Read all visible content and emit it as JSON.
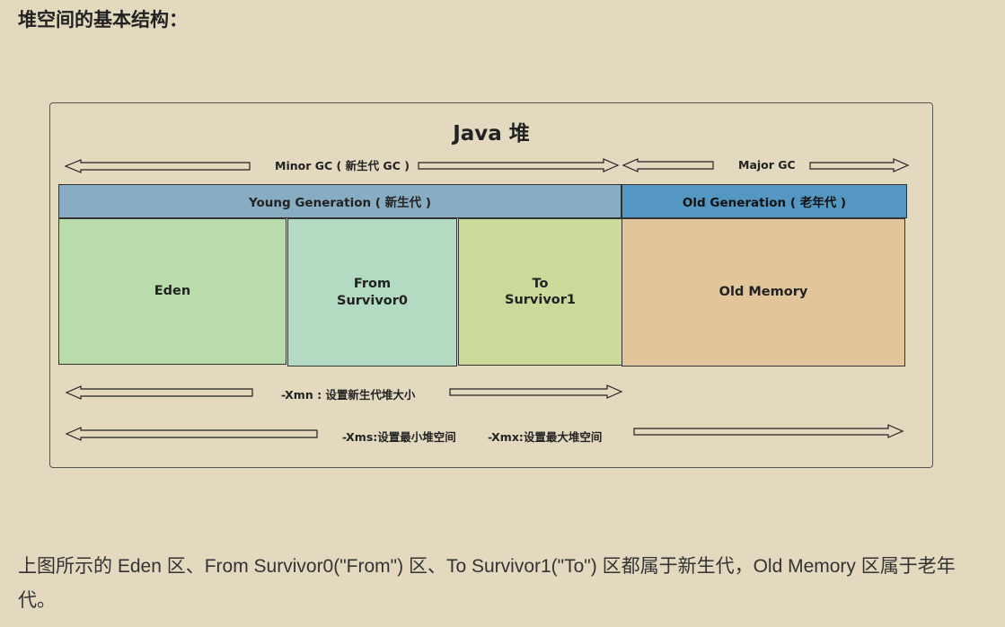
{
  "heading": "堆空间的基本结构：",
  "diagram": {
    "title": "Java 堆",
    "minor_gc": "Minor GC ( 新生代 GC )",
    "major_gc": "Major GC",
    "young_generation": "Young Generation ( 新生代 )",
    "old_generation": "Old Generation ( 老年代 )",
    "regions": {
      "eden": "Eden",
      "from_line1": "From",
      "from_line2": "Survivor0",
      "to_line1": "To",
      "to_line2": "Survivor1",
      "old_memory": "Old Memory"
    },
    "xmn": "-Xmn : 设置新生代堆大小",
    "xms": "-Xms:设置最小堆空间",
    "xmx": "-Xmx:设置最大堆空间",
    "colors": {
      "young_bar": "#88adc2",
      "old_bar": "#5497c2",
      "eden": "#b9ddaa",
      "from": "#b3dbc1",
      "to": "#cbda9b",
      "old_memory": "#e3c59b"
    }
  },
  "paragraph": "上图所示的 Eden 区、From Survivor0(\"From\") 区、To Survivor1(\"To\") 区都属于新生代，Old Memory 区属于老年代。"
}
